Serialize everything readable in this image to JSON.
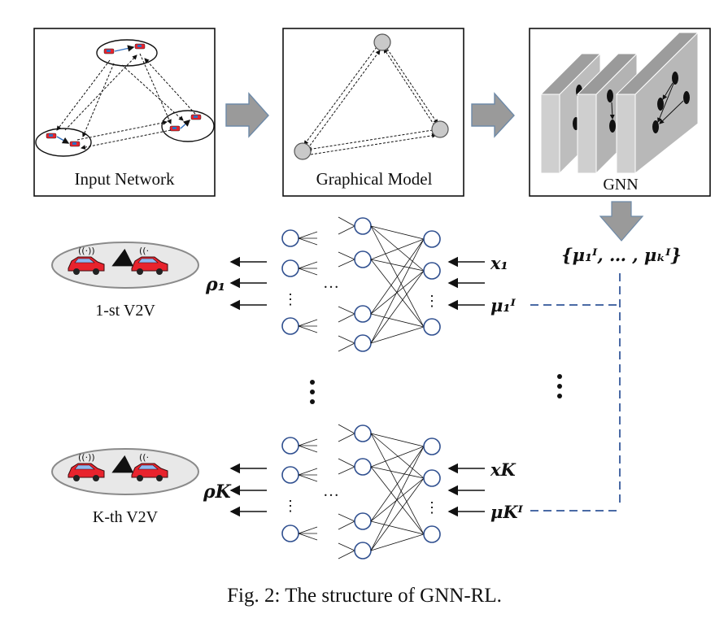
{
  "panels": {
    "input_network": "Input Network",
    "graphical_model": "Graphical Model",
    "gnn": "GNN"
  },
  "gnn_output": "{μ₁ᴵ, … , μₖᴵ}",
  "agents": [
    {
      "label": "1-st V2V",
      "output": "ρ₁",
      "input_x": "x₁",
      "input_mu": "μ₁ᴵ"
    },
    {
      "label": "K-th V2V",
      "output": "ρK",
      "input_x": "xK",
      "input_mu": "μKᴵ"
    }
  ],
  "ellipsis": {
    "horizontal": "…",
    "vertical": "⋮"
  },
  "caption": "Fig. 2: The structure of GNN-RL.",
  "colors": {
    "car": "#e8232d",
    "panel_face": "#cfcfcf",
    "node_blue": "#2f4f8f",
    "dash": "#4a6aa5"
  }
}
